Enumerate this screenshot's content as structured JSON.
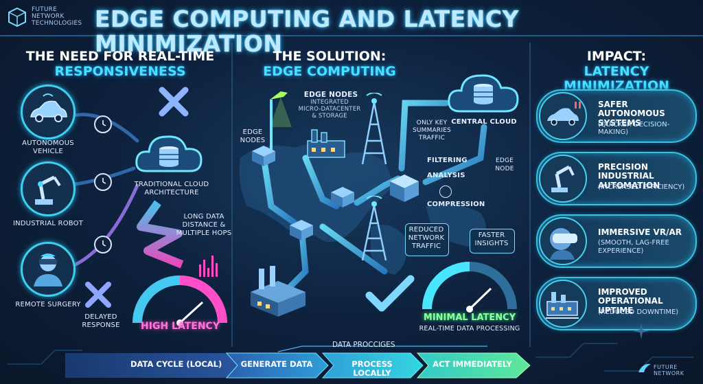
{
  "brand": {
    "line1": "FUTURE",
    "line2": "NETWORK",
    "line3": "TECHNOLOGIES",
    "footer_logo": "FUTURE NETWORK"
  },
  "title": "EDGE COMPUTING AND LATENCY MINIMIZATION",
  "colors": {
    "accent_cyan": "#48e0ff",
    "accent_pink": "#ff5fd0",
    "accent_green": "#7dff9a",
    "bg": "#0b1a30"
  },
  "left": {
    "heading1": "THE NEED FOR REAL-TIME",
    "heading2": "RESPONSIVENESS",
    "items": [
      {
        "label1": "AUTONOMOUS",
        "label2": "VEHICLE",
        "icon": "car-icon"
      },
      {
        "label1": "INDUSTRIAL ROBOT",
        "label2": "",
        "icon": "robot-arm-icon"
      },
      {
        "label1": "REMOTE SURGERY",
        "label2": "",
        "icon": "surgeon-icon"
      }
    ],
    "cloud_label1": "TRADITIONAL CLOUD",
    "cloud_label2": "ARCHITECTURE",
    "distance1": "LONG DATA",
    "distance2": "DISTANCE &",
    "distance3": "MULTIPLE HOPS",
    "delayed1": "DELAYED",
    "delayed2": "RESPONSE",
    "high_latency": "HIGH LATENCY"
  },
  "middle": {
    "heading1": "THE SOLUTION:",
    "heading2": "EDGE COMPUTING",
    "edge_nodes_title": "EDGE NODES",
    "edge_nodes_sub1": "INTEGRATED",
    "edge_nodes_sub2": "MICRO-DATACENTER",
    "edge_nodes_sub3": "& STORAGE",
    "edge_nodes_left1": "EDGE",
    "edge_nodes_left2": "NODES",
    "only_key1": "ONLY KEY",
    "only_key2": "SUMMARIES",
    "only_key3": "TRAFFIC",
    "central_cloud": "CENTRAL CLOUD",
    "filtering": "FILTERING",
    "analysis": "ANALYSIS",
    "compression": "COMPRESSION",
    "edge_node1": "EDGE",
    "edge_node2": "NODE",
    "reduced1": "REDUCED",
    "reduced2": "NETWORK",
    "reduced3": "TRAFFIC",
    "faster1": "FASTER",
    "faster2": "INSIGHTS",
    "minimal_latency": "MINIMAL LATENCY",
    "realtime": "REAL-TIME DATA PROCESSING"
  },
  "right": {
    "heading1": "IMPACT:",
    "heading2": "LATENCY MINIMIZATION",
    "cards": [
      {
        "title1": "SAFER AUTONOMOUS",
        "title2": "SYSTEMS",
        "sub1": "(QUICKER DECISION-MAKING)",
        "sub2": "",
        "icon": "car-alert-icon"
      },
      {
        "title1": "PRECISION INDUSTRIAL",
        "title2": "AUTOMATION",
        "sub1": "(INCREASED EFFICIENCY)",
        "sub2": "",
        "icon": "robot-arm-icon"
      },
      {
        "title1": "IMMERSIVE VR/AR",
        "title2": "",
        "sub1": "(SMOOTH, LAG-FREE",
        "sub2": "EXPERIENCE)",
        "icon": "vr-headset-icon"
      },
      {
        "title1": "IMPROVED",
        "title2": "OPERATIONAL UPTIME",
        "sub1": "(REDUCED DOWNTIME)",
        "sub2": "",
        "icon": "factory-icon"
      }
    ]
  },
  "bottom": {
    "cycle": "DATA CYCLE (LOCAL)",
    "data_proc": "DATA PROCCIGES",
    "step1": "GENERATE DATA",
    "step2": "PROCESS LOCALLY",
    "step3": "ACT IMMEDIATELY"
  }
}
